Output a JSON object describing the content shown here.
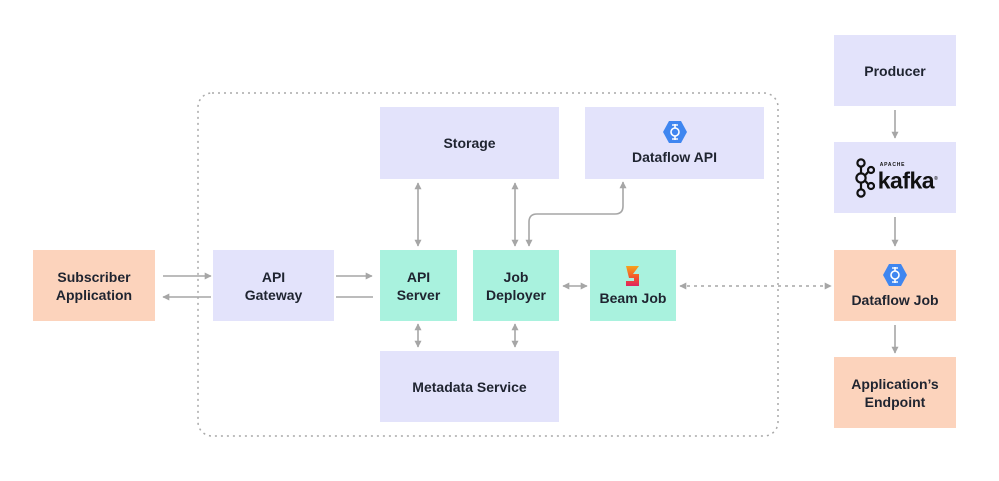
{
  "nodes": {
    "subscriber_app": {
      "label": "Subscriber\nApplication"
    },
    "api_gateway": {
      "label": "API\nGateway"
    },
    "storage": {
      "label": "Storage"
    },
    "dataflow_api": {
      "label": "Dataflow API",
      "icon": "dataflow-hexagon-icon"
    },
    "api_server": {
      "label": "API\nServer"
    },
    "job_deployer": {
      "label": "Job\nDeployer"
    },
    "beam_job": {
      "label": "Beam Job",
      "icon": "apache-beam-logo-icon"
    },
    "metadata_service": {
      "label": "Metadata Service"
    },
    "producer": {
      "label": "Producer"
    },
    "kafka": {
      "label": "kafka",
      "tag": "APACHE",
      "icon": "kafka-logo-icon"
    },
    "dataflow_job": {
      "label": "Dataflow Job",
      "icon": "dataflow-hexagon-icon"
    },
    "app_endpoint": {
      "label": "Application’s\nEndpoint"
    }
  },
  "colors": {
    "internal_box": "#e3e3fb",
    "service_box": "#a9f2de",
    "external_box": "#fcd3bc",
    "arrow": "#a6a6a6",
    "icon_blue": "#3f86f0"
  }
}
